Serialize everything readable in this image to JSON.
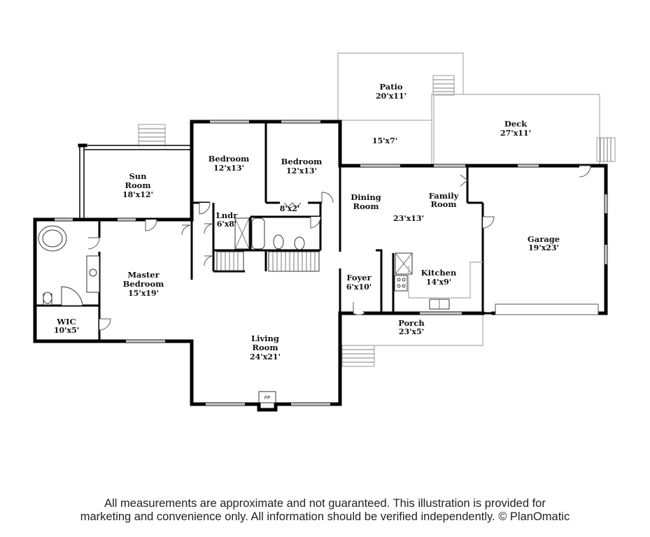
{
  "rooms": {
    "patio": {
      "name": "Patio",
      "dims": "20'x11'"
    },
    "deck": {
      "name": "Deck",
      "dims": "27'x11'"
    },
    "mid_porch": {
      "dims": "15'x7'"
    },
    "bedroom_1": {
      "name": "Bedroom",
      "dims": "12'x13'"
    },
    "bedroom_2": {
      "name": "Bedroom",
      "dims": "12'x13'"
    },
    "sun_room": {
      "name_line1": "Sun",
      "name_line2": "Room",
      "dims": "18'x12'"
    },
    "closet": {
      "dims": "8'x2'"
    },
    "laundry": {
      "name": "Lndr",
      "dims": "6'x8'"
    },
    "dining_room": {
      "name_line1": "Dining",
      "name_line2": "Room"
    },
    "family_room": {
      "name_line1": "Family",
      "name_line2": "Room",
      "dims": "23'x13'"
    },
    "garage": {
      "name": "Garage",
      "dims": "19'x23'"
    },
    "master_bedroom": {
      "name_line1": "Master",
      "name_line2": "Bedroom",
      "dims": "15'x19'"
    },
    "foyer": {
      "name": "Foyer",
      "dims": "6'x10'"
    },
    "kitchen": {
      "name": "Kitchen",
      "dims": "14'x9'"
    },
    "wic": {
      "name": "WIC",
      "dims": "10'x5'"
    },
    "porch": {
      "name": "Porch",
      "dims": "23'x5'"
    },
    "living_room": {
      "name_line1": "Living",
      "name_line2": "Room",
      "dims": "24'x21'"
    },
    "fireplace": {
      "label": "FP"
    }
  },
  "disclaimer": {
    "line1": "All measurements are approximate and not guaranteed. This illustration is provided for",
    "line2": "marketing and convenience only. All information should be verified independently. © PlanOmatic"
  }
}
